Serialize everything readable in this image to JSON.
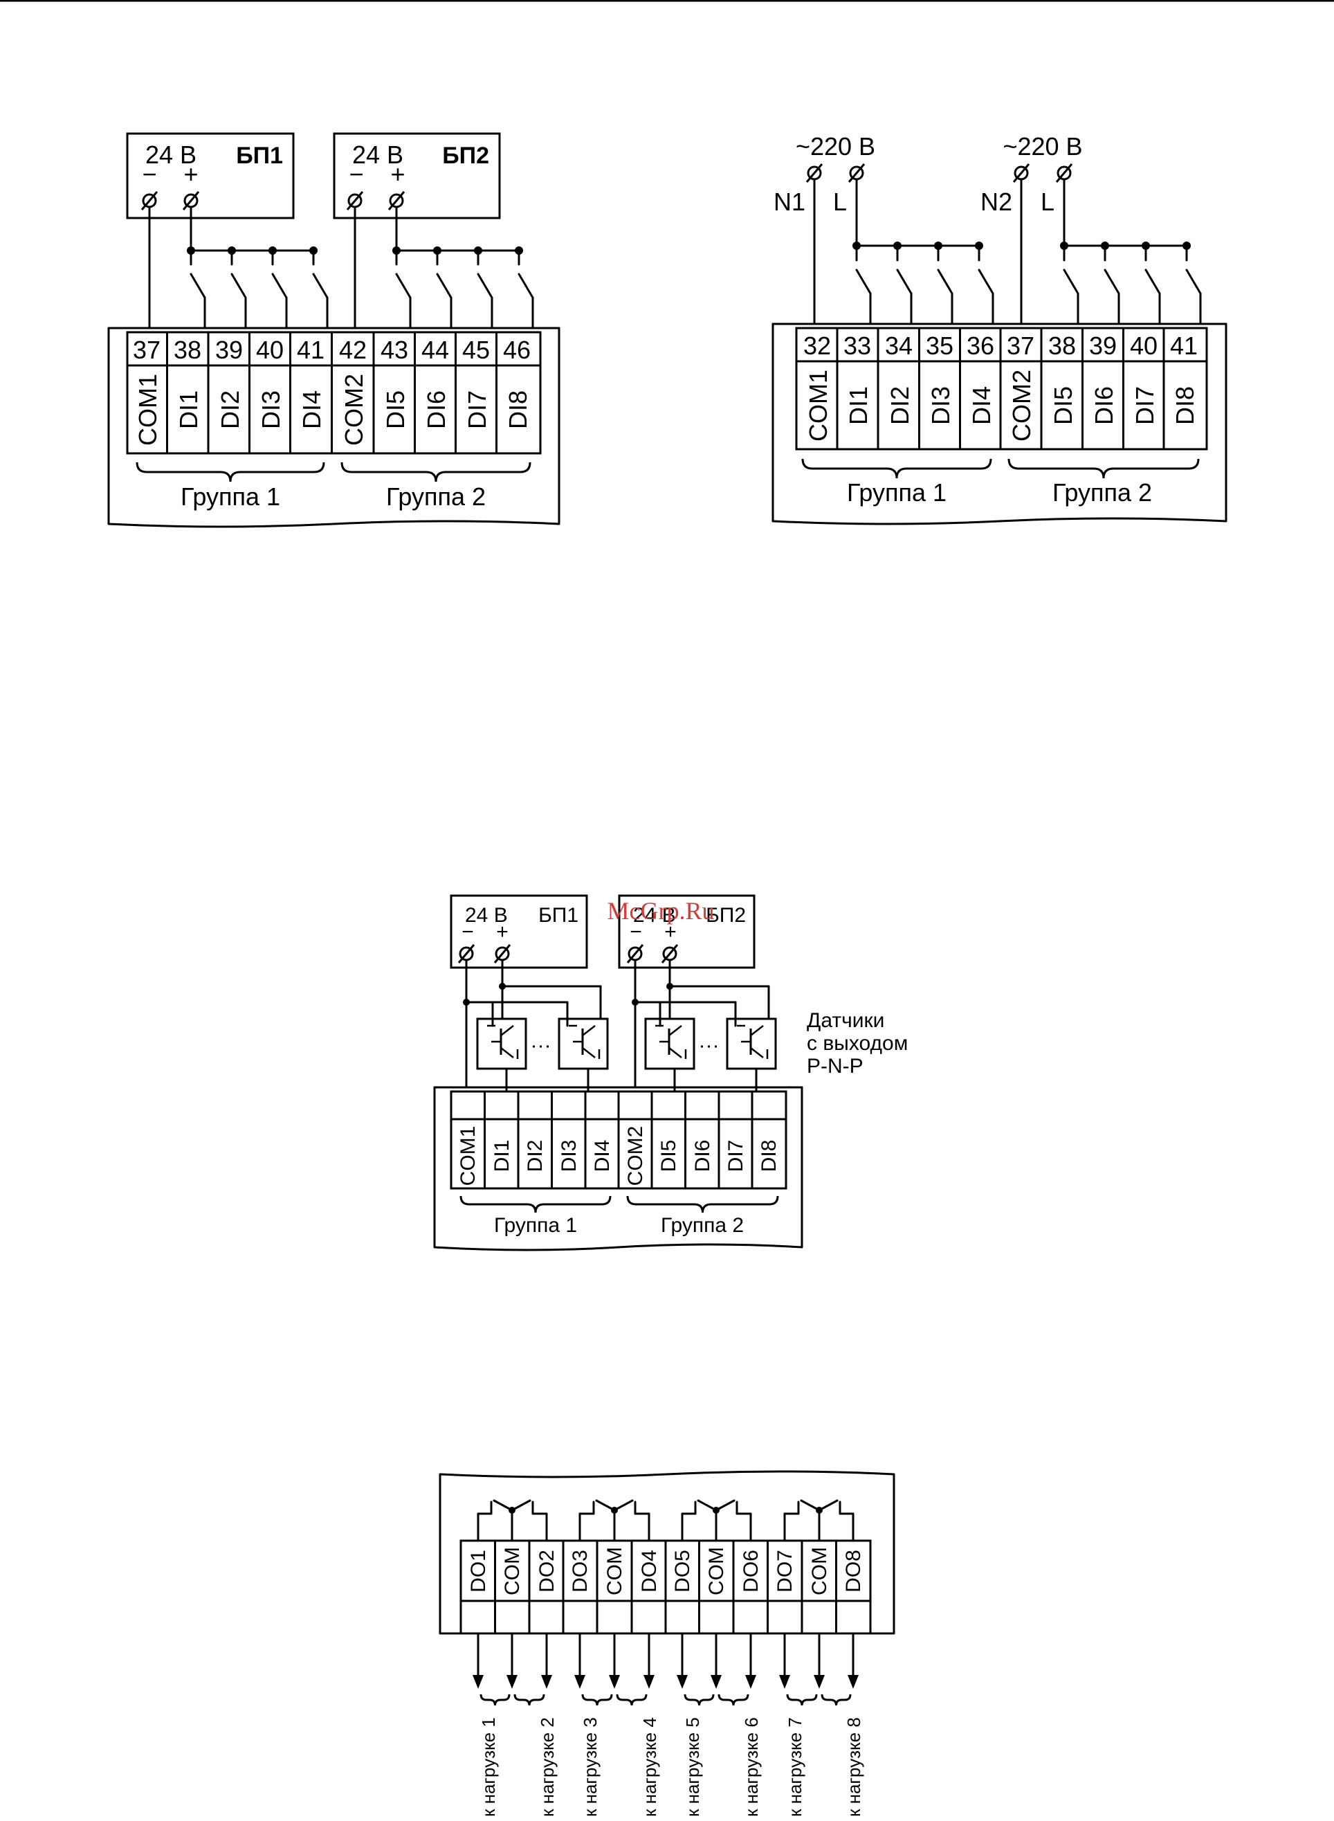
{
  "diagram1": {
    "psu": [
      {
        "voltage": "24 В",
        "name": "БП1",
        "minus": "−",
        "plus": "+"
      },
      {
        "voltage": "24 В",
        "name": "БП2",
        "minus": "−",
        "plus": "+"
      }
    ],
    "terminals": [
      "37",
      "38",
      "39",
      "40",
      "41",
      "42",
      "43",
      "44",
      "45",
      "46"
    ],
    "signals": [
      "COM1",
      "DI1",
      "DI2",
      "DI3",
      "DI4",
      "COM2",
      "DI5",
      "DI6",
      "DI7",
      "DI8"
    ],
    "groups": [
      "Группа 1",
      "Группа 2"
    ]
  },
  "diagram2": {
    "sources": [
      {
        "voltage": "~220 В",
        "neutral": "N1",
        "line": "L"
      },
      {
        "voltage": "~220 В",
        "neutral": "N2",
        "line": "L"
      }
    ],
    "terminals": [
      "32",
      "33",
      "34",
      "35",
      "36",
      "37",
      "38",
      "39",
      "40",
      "41"
    ],
    "signals": [
      "COM1",
      "DI1",
      "DI2",
      "DI3",
      "DI4",
      "COM2",
      "DI5",
      "DI6",
      "DI7",
      "DI8"
    ],
    "groups": [
      "Группа 1",
      "Группа 2"
    ]
  },
  "diagram3": {
    "psu": [
      {
        "voltage": "24 В",
        "name": "БП1",
        "minus": "−",
        "plus": "+"
      },
      {
        "voltage": "24 В",
        "name": "БП2",
        "minus": "−",
        "plus": "+"
      }
    ],
    "sensor_label": [
      "Датчики",
      "с выходом",
      "Р-N-Р"
    ],
    "signals": [
      "COM1",
      "DI1",
      "DI2",
      "DI3",
      "DI4",
      "COM2",
      "DI5",
      "DI6",
      "DI7",
      "DI8"
    ],
    "groups": [
      "Группа 1",
      "Группа 2"
    ]
  },
  "diagram4": {
    "signals": [
      "DO1",
      "COM",
      "DO2",
      "DO3",
      "COM",
      "DO4",
      "DO5",
      "COM",
      "DO6",
      "DO7",
      "COM",
      "DO8"
    ],
    "loads": [
      "к нагрузке 1",
      "к нагрузке 2",
      "к нагрузке 3",
      "к нагрузке 4",
      "к нагрузке 5",
      "к нагрузке 6",
      "к нагрузке 7",
      "к нагрузке 8"
    ]
  },
  "watermark": "McGrp.Ru"
}
